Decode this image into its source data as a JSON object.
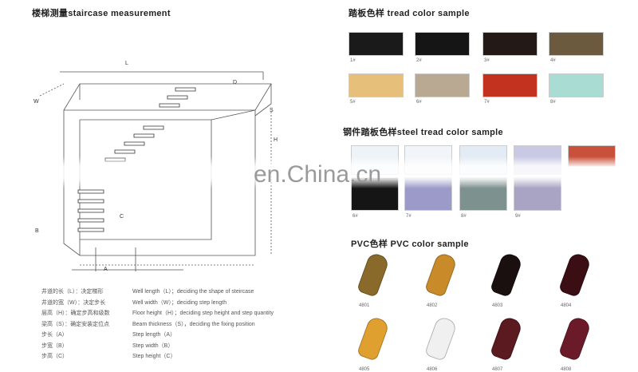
{
  "left_title": "楼梯测量staircase measurement",
  "diagram_labels": {
    "L": "L",
    "W": "W",
    "D": "D",
    "S": "S",
    "H": "H",
    "C": "C",
    "A": "A",
    "B": "B"
  },
  "legend": [
    {
      "cn": "井道的长（L）：决定梯形",
      "en": "Well length（L）；deciding the shape of steircase"
    },
    {
      "cn": "井道的宽（W）：决定步长",
      "en": "Well width（W）；deciding step length"
    },
    {
      "cn": "层高（H）：确定步高和级数",
      "en": "Floor height（H）；deciding step height and step quantity"
    },
    {
      "cn": "梁高（S）：确定安装定位点",
      "en": "Beam thickness（S），deciding the fixing position"
    },
    {
      "cn": "步长（A）",
      "en": "Step length（A）"
    },
    {
      "cn": "步宽（B）",
      "en": "Step width（B）"
    },
    {
      "cn": "步高（C）",
      "en": "Step height（C）"
    }
  ],
  "tread": {
    "title": "踏板色样 tread color sample",
    "items": [
      {
        "label": "1#",
        "color": "#1a1a1a"
      },
      {
        "label": "2#",
        "color": "#151515"
      },
      {
        "label": "3#",
        "color": "#231a17"
      },
      {
        "label": "4#",
        "color": "#6b5a3e"
      },
      {
        "label": "5#",
        "color": "#e6c07a"
      },
      {
        "label": "6#",
        "color": "#b9a892"
      },
      {
        "label": "7#",
        "color": "#c2321f"
      },
      {
        "label": "8#",
        "color": "#a9dcd3"
      }
    ]
  },
  "steel": {
    "title": "钢件踏板色样steel tread color sample",
    "top": [
      "#eef3f8",
      "#f1f4f8",
      "#e3ecf4",
      "#c9c9e6",
      "#c9503a"
    ],
    "items": [
      {
        "label": "6#",
        "color": "#151515"
      },
      {
        "label": "7#",
        "color": "#9c9ac9"
      },
      {
        "label": "8#",
        "color": "#7d918e"
      },
      {
        "label": "9#",
        "color": "#a9a3c4"
      }
    ]
  },
  "pvc": {
    "title": "PVC色样   PVC color sample",
    "items": [
      {
        "label": "4801",
        "color": "#8a6a2a"
      },
      {
        "label": "4802",
        "color": "#c98a2a"
      },
      {
        "label": "4803",
        "color": "#1a1010"
      },
      {
        "label": "4804",
        "color": "#3a0e12"
      },
      {
        "label": "4805",
        "color": "#e0a030"
      },
      {
        "label": "4806",
        "color": "#f0f0f0"
      },
      {
        "label": "4807",
        "color": "#5a1a20"
      },
      {
        "label": "4808",
        "color": "#6a1a28"
      }
    ]
  },
  "watermark": "en.China.cn"
}
